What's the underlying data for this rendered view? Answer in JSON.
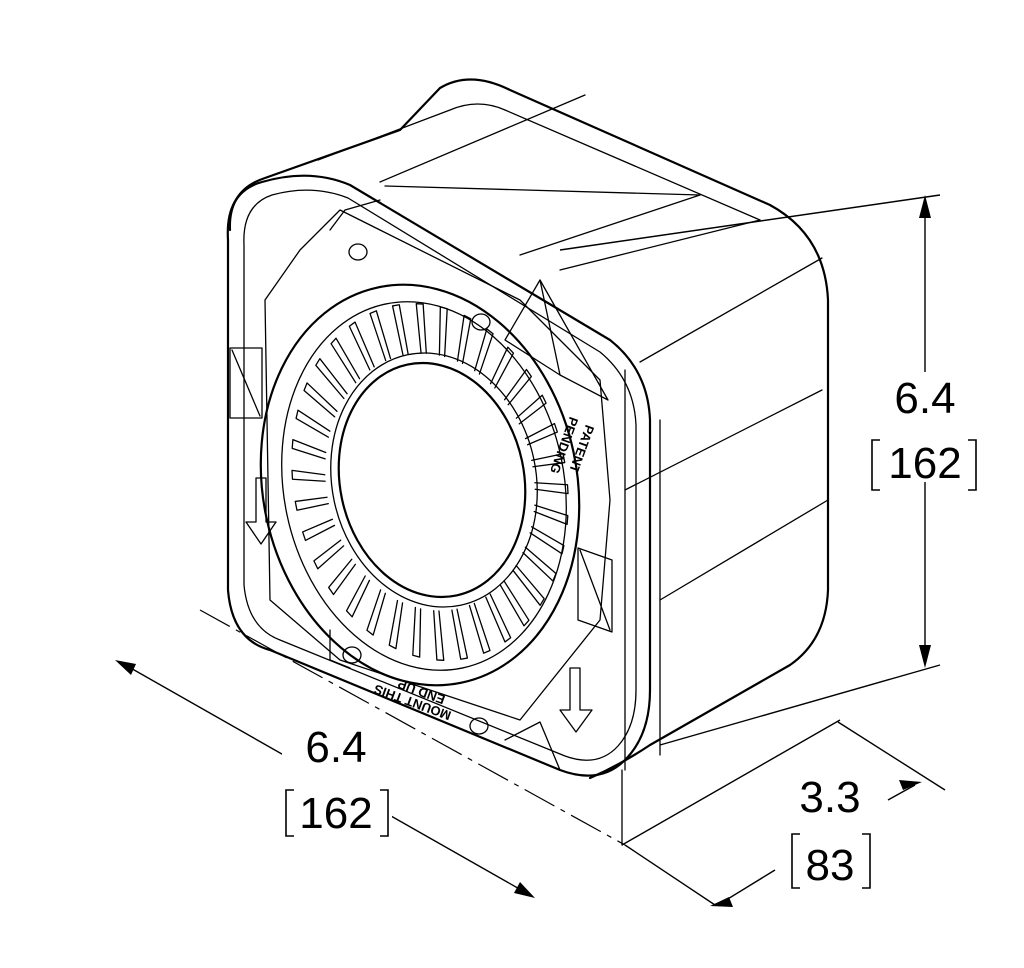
{
  "dimensions": {
    "height": {
      "inches": "6.4",
      "mm": "162"
    },
    "width": {
      "inches": "6.4",
      "mm": "162"
    },
    "depth": {
      "inches": "3.3",
      "mm": "83"
    }
  },
  "markings": {
    "patent": [
      "PATENT",
      "PENDING"
    ],
    "mount": [
      "MOUNT THIS",
      "END UP"
    ]
  }
}
